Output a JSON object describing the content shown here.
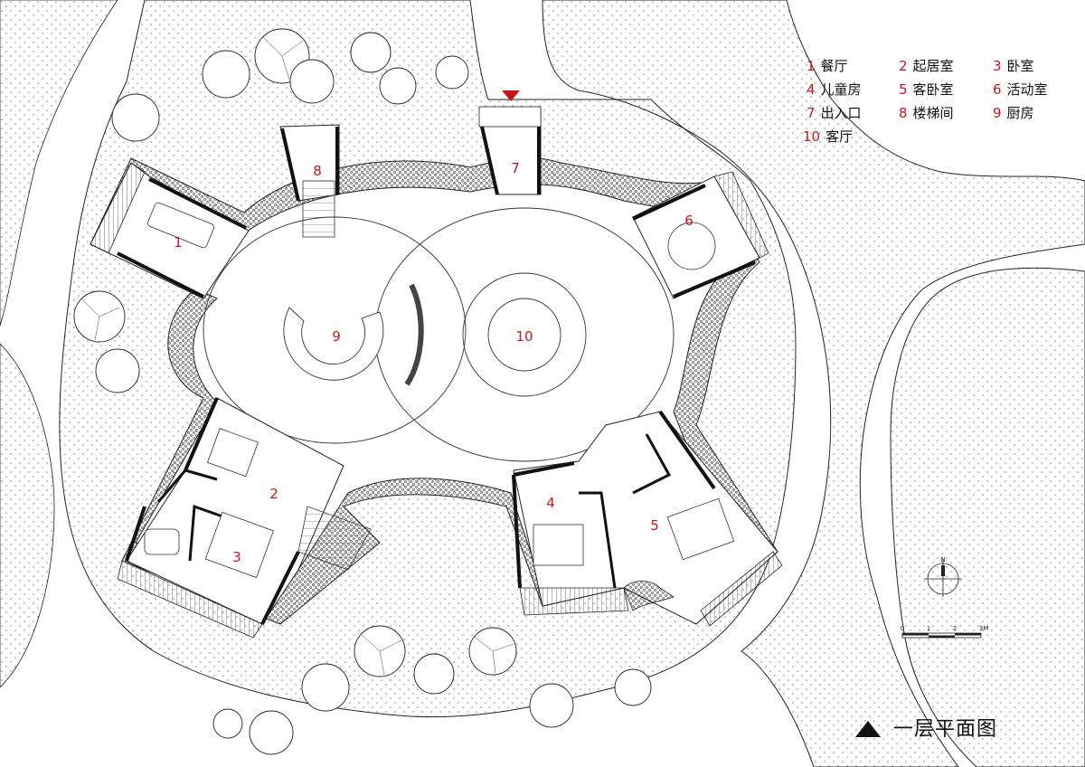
{
  "legend": {
    "items": [
      {
        "num": "1",
        "label": "餐厅"
      },
      {
        "num": "2",
        "label": "起居室"
      },
      {
        "num": "3",
        "label": "卧室"
      },
      {
        "num": "4",
        "label": "儿童房"
      },
      {
        "num": "5",
        "label": "客卧室"
      },
      {
        "num": "6",
        "label": "活动室"
      },
      {
        "num": "7",
        "label": "出入口"
      },
      {
        "num": "8",
        "label": "楼梯间"
      },
      {
        "num": "9",
        "label": "厨房"
      },
      {
        "num": "10",
        "label": "客厅"
      }
    ]
  },
  "rooms": {
    "r1": "1",
    "r2": "2",
    "r3": "3",
    "r4": "4",
    "r5": "5",
    "r6": "6",
    "r7": "7",
    "r8": "8",
    "r9": "9",
    "r10": "10"
  },
  "title": "一层平面图",
  "north": "N",
  "scale": {
    "labels": [
      "0",
      "1",
      "2",
      "3M"
    ]
  },
  "colors": {
    "accent": "#c8161d",
    "line": "#222222",
    "wall": "#111111"
  }
}
